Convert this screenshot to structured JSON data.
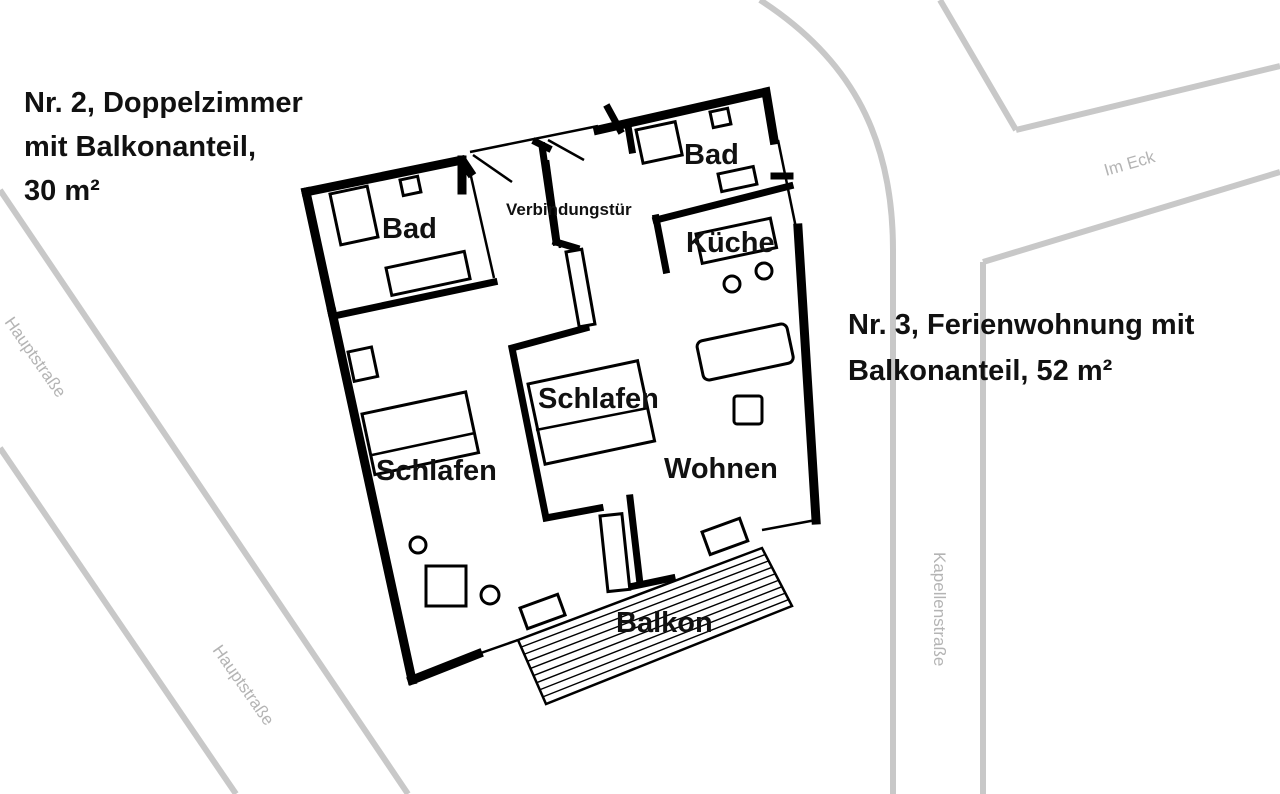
{
  "apartments": {
    "nr2": {
      "line1": "Nr. 2, Doppelzimmer",
      "line2": "mit Balkonanteil,",
      "line3": "30 m²"
    },
    "nr3": {
      "line1": "Nr. 3, Ferienwohnung mit",
      "line2": "Balkonanteil, 52 m²"
    }
  },
  "rooms": {
    "bad_left": "Bad",
    "bad_right": "Bad",
    "verbindungstuer": "Verbindungstür",
    "kueche": "Küche",
    "schlafen_left": "Schlafen",
    "schlafen_right": "Schlafen",
    "wohnen": "Wohnen",
    "balkon": "Balkon"
  },
  "streets": {
    "im_eck": "Im Eck",
    "hauptstrasse_1": "Hauptstraße",
    "hauptstrasse_2": "Hauptstraße",
    "kapellenstrasse": "Kapellenstraße"
  }
}
